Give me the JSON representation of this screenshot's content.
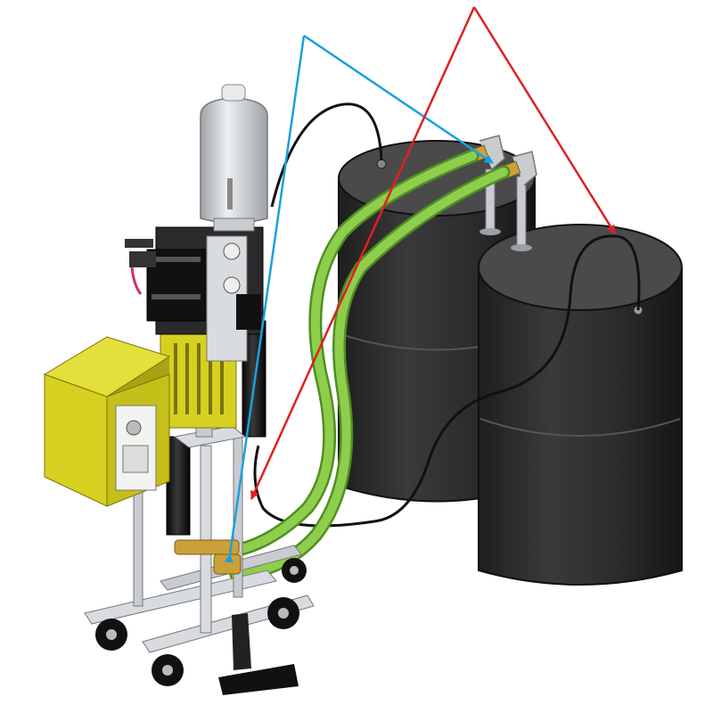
{
  "title": "",
  "colors": {
    "background": "#ffffff",
    "drum": "#2b2b2b",
    "drum_top": "#4a4a4a",
    "drum_highlight": "#3a3a3a",
    "hose_green": "#7fbf40",
    "hose_green_dark": "#4f8f23",
    "control_box_yellow": "#d6d020",
    "control_box_yellow_dark": "#a9a313",
    "frame_silver": "#c8ccd0",
    "frame_dark": "#8a8f94",
    "cylinder_black": "#1a1a1a",
    "tank_silver": "#d9dcdf",
    "brass": "#c9a03a",
    "pointer_blue": "#1aa0e0",
    "pointer_red": "#e02020",
    "wire_black": "#111111"
  },
  "annotations": [
    {
      "name": "blue-pointer",
      "color": "pointer_blue",
      "label": ""
    },
    {
      "name": "red-pointer",
      "color": "pointer_red",
      "label": ""
    }
  ]
}
